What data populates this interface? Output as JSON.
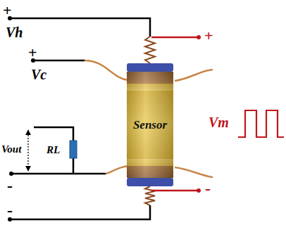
{
  "diagram": {
    "nodes": [
      {
        "text": [
          "Sensor"
        ]
      }
    ],
    "labels": [
      "+",
      "Vh",
      "+",
      "Vc",
      "Vout",
      "RL",
      "-",
      "-",
      "+",
      "-",
      "Vm"
    ]
  }
}
